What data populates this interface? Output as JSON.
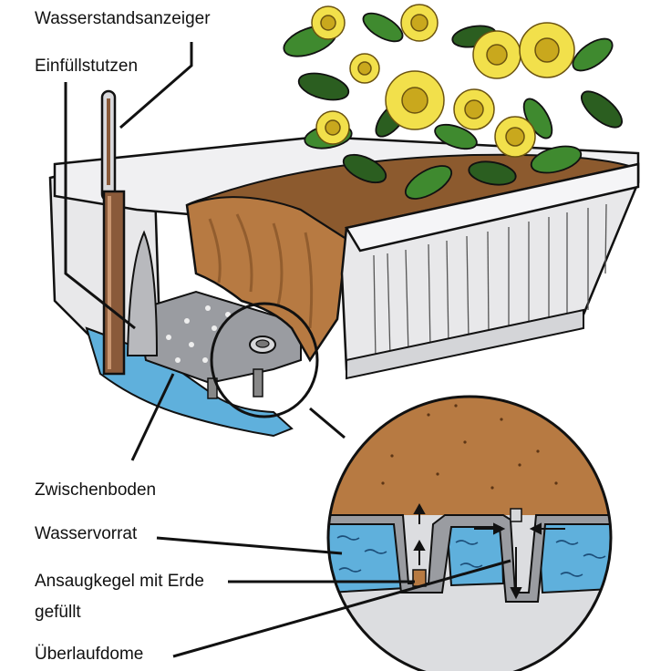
{
  "labels": {
    "wasserstandsanzeiger": "Wasserstandsanzeiger",
    "einfuellstutzen": "Einfüllstutzen",
    "zwischenboden": "Zwischenboden",
    "wasservorrat": "Wasservorrat",
    "ansaugkegel_line1": "Ansaugkegel mit Erde",
    "ansaugkegel_line2": "gefüllt",
    "ueberlaufdome": "Überlaufdome"
  },
  "colors": {
    "water": "#5fb0dc",
    "water_light": "#a9d6ef",
    "soil": "#b77a42",
    "soil_dark": "#7a4a22",
    "box": "#e8e8ea",
    "box_shadow": "#b9babd",
    "leaf": "#3f8a2f",
    "leaf_dark": "#2b5e20",
    "flower": "#f2e04b",
    "flower_dark": "#c9a81d",
    "platform": "#9a9ca1",
    "gauge": "#8a5a3a",
    "outline": "#111111"
  }
}
